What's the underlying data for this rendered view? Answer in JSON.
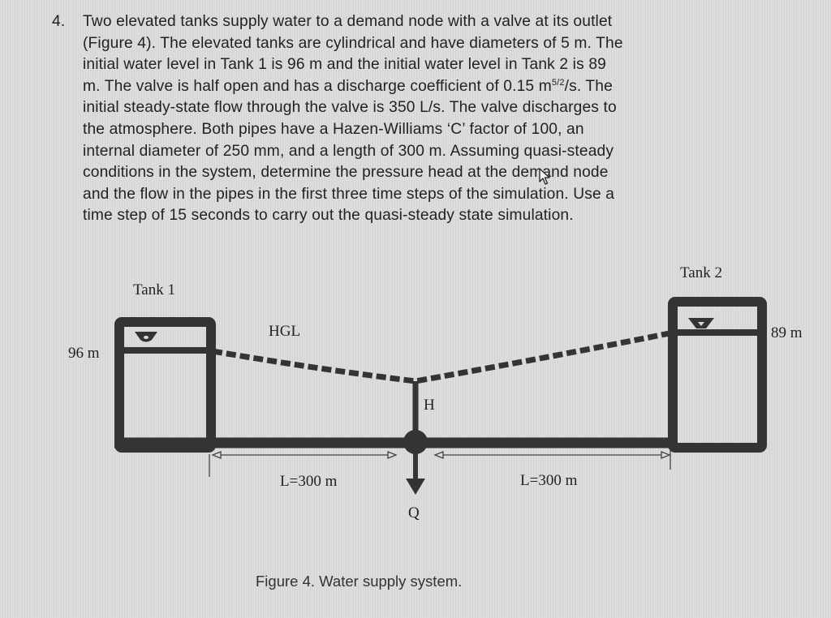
{
  "problem": {
    "number": "4.",
    "lines": [
      "Two elevated tanks supply water to a demand node with a valve at its outlet",
      "(Figure 4). The elevated tanks are cylindrical and have diameters of 5 m. The",
      "initial water level in Tank 1 is 96 m and the initial water level in Tank 2 is 89",
      "m. The valve is half open and has a discharge coefficient of 0.15 m",
      "initial steady-state flow through the valve is 350 L/s. The valve discharges to",
      "the atmosphere. Both pipes have a Hazen-Williams ‘C’ factor of 100, an",
      "internal diameter of 250 mm, and a length of 300 m. Assuming quasi-steady",
      "conditions in the system, determine the pressure head at the demand node",
      "and the flow in the pipes in the first three time steps of the simulation. Use a",
      "time step of 15 seconds to carry out the quasi-steady state simulation."
    ],
    "line4_superscript": "5/2",
    "line4_tail": "/s. The"
  },
  "figure": {
    "tank1_label": "Tank 1",
    "tank2_label": "Tank 2",
    "tank1_level": "96 m",
    "tank2_level": "89 m",
    "hgl_label": "HGL",
    "head_label": "H",
    "demand_label": "Q",
    "pipe1_length": "L=300 m",
    "pipe2_length": "L=300 m",
    "caption": "Figure 4. Water supply system.",
    "colors": {
      "ink": "#333333",
      "background": "#dcdcdc"
    }
  },
  "icons": {
    "cursor": "mouse-pointer-icon",
    "water_level": "water-surface-triangle-icon"
  }
}
